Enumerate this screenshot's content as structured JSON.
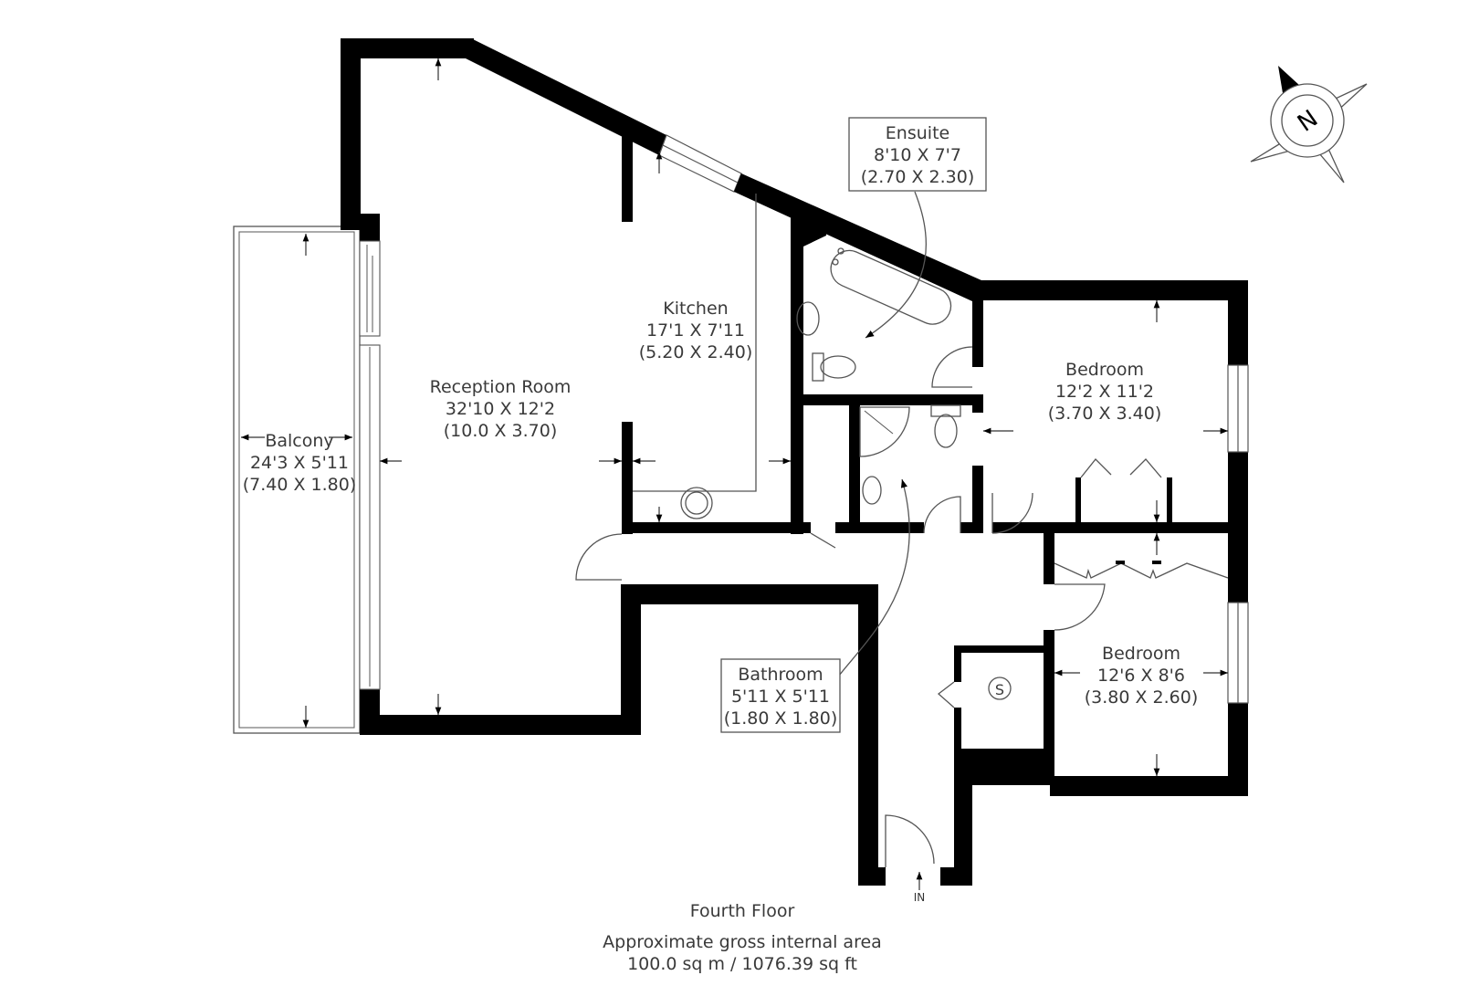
{
  "plan": {
    "floor_name": "Fourth Floor",
    "area_heading": "Approximate gross internal area",
    "area_value": "100.0 sq m / 1076.39 sq ft",
    "entrance_label": "IN",
    "compass_label": "N",
    "storage_symbol": "S",
    "colors": {
      "wall": "#000000",
      "line": "#555555",
      "text": "#3a3a3a",
      "background": "#ffffff"
    }
  },
  "rooms": {
    "reception": {
      "name": "Reception Room",
      "imperial": "32'10 X 12'2",
      "metric": "(10.0 X 3.70)"
    },
    "kitchen": {
      "name": "Kitchen",
      "imperial": "17'1 X 7'11",
      "metric": "(5.20 X 2.40)"
    },
    "balcony": {
      "name": "Balcony",
      "imperial": "24'3 X 5'11",
      "metric": "(7.40 X 1.80)"
    },
    "ensuite": {
      "name": "Ensuite",
      "imperial": "8'10 X 7'7",
      "metric": "(2.70 X 2.30)"
    },
    "bedroom1": {
      "name": "Bedroom",
      "imperial": "12'2 X 11'2",
      "metric": "(3.70 X 3.40)"
    },
    "bedroom2": {
      "name": "Bedroom",
      "imperial": "12'6 X 8'6",
      "metric": "(3.80 X 2.60)"
    },
    "bathroom": {
      "name": "Bathroom",
      "imperial": "5'11 X 5'11",
      "metric": "(1.80 X 1.80)"
    }
  }
}
